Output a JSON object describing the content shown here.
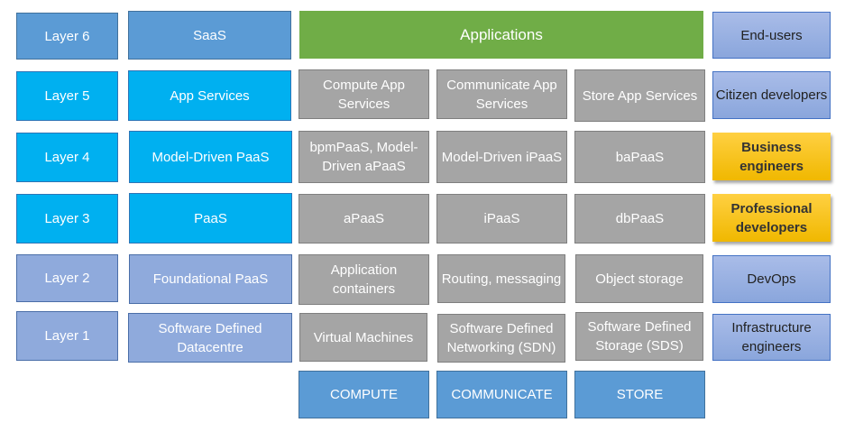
{
  "layers": [
    "Layer 6",
    "Layer 5",
    "Layer 4",
    "Layer 3",
    "Layer 2",
    "Layer 1"
  ],
  "service_types": [
    "SaaS",
    "App Services",
    "Model-Driven PaaS",
    "PaaS",
    "Foundational PaaS",
    "Software Defined Datacentre"
  ],
  "applications": "Applications",
  "grid": {
    "layer5": [
      "Compute App Services",
      "Communicate App Services",
      "Store App Services"
    ],
    "layer4": [
      "bpmPaaS, Model-Driven aPaaS",
      "Model-Driven iPaaS",
      "baPaaS"
    ],
    "layer3": [
      "aPaaS",
      "iPaaS",
      "dbPaaS"
    ],
    "layer2": [
      "Application containers",
      "Routing, messaging",
      "Object storage"
    ],
    "layer1": [
      "Virtual Machines",
      "Software Defined Networking (SDN)",
      "Software Defined Storage (SDS)"
    ]
  },
  "pillars": [
    "COMPUTE",
    "COMMUNICATE",
    "STORE"
  ],
  "users": [
    "End-users",
    "Citizen developers",
    "Business engineers",
    "Professional developers",
    "DevOps",
    "Infrastructure engineers"
  ],
  "colors": {
    "layer_top": "#5b9bd5",
    "layer_mid": "#00b0f0",
    "layer_low": "#8faadc",
    "applications": "#70ad47",
    "capability": "#a5a5a5",
    "highlight": "#ffc000"
  }
}
